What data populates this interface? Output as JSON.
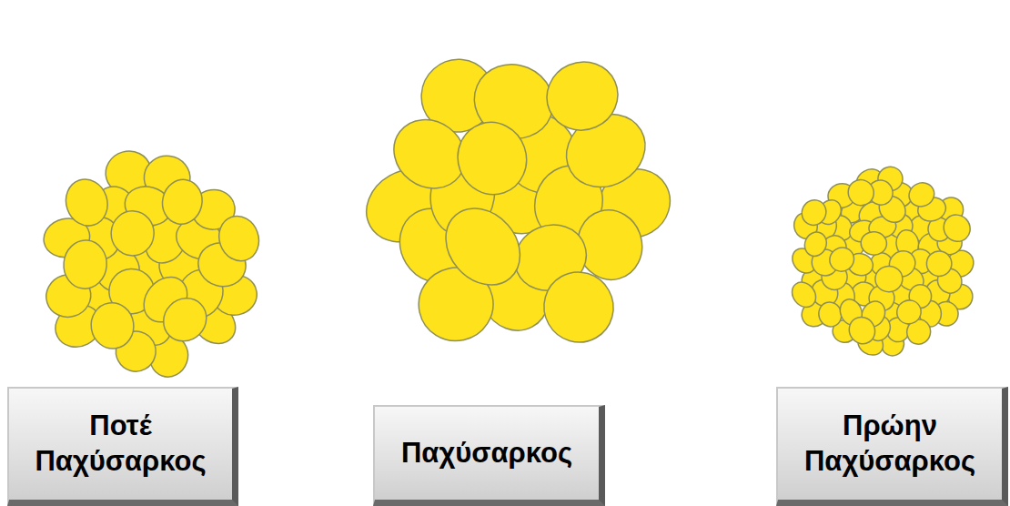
{
  "diagram": {
    "nodes": [
      {
        "text": [
          "Ποτέ Παχύσαρκος"
        ]
      },
      {
        "text": [
          "Παχύσαρκος"
        ]
      },
      {
        "text": [
          "Πρώην Παχύσαρκος"
        ]
      }
    ]
  }
}
